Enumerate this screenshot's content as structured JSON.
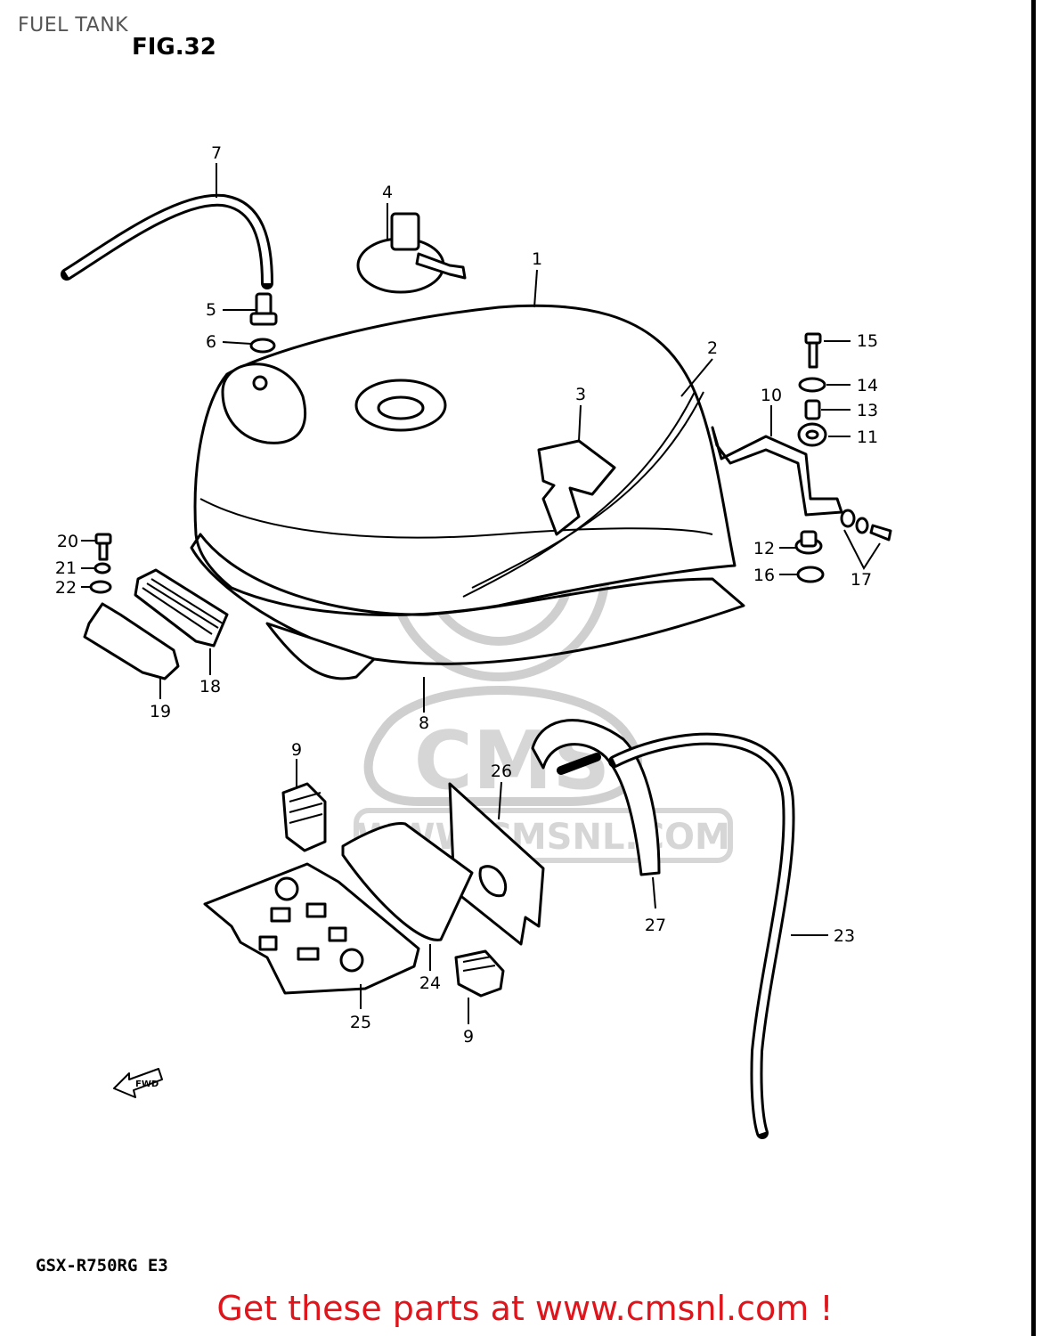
{
  "page_title": "FUEL TANK",
  "figure_label": "FIG.32",
  "model_code": "GSX-R750RG  E3",
  "footer": "Get these parts at www.cmsnl.com !",
  "watermark": {
    "logo_text": "CMS",
    "url_text": "WWW.CMSNL.COM"
  },
  "fwd_arrow_label": "FWD",
  "callouts": [
    {
      "id": "1",
      "label": "1"
    },
    {
      "id": "2",
      "label": "2"
    },
    {
      "id": "3",
      "label": "3"
    },
    {
      "id": "4",
      "label": "4"
    },
    {
      "id": "5",
      "label": "5"
    },
    {
      "id": "6",
      "label": "6"
    },
    {
      "id": "7",
      "label": "7"
    },
    {
      "id": "8",
      "label": "8"
    },
    {
      "id": "9a",
      "label": "9"
    },
    {
      "id": "9b",
      "label": "9"
    },
    {
      "id": "10",
      "label": "10"
    },
    {
      "id": "11",
      "label": "11"
    },
    {
      "id": "12",
      "label": "12"
    },
    {
      "id": "13",
      "label": "13"
    },
    {
      "id": "14",
      "label": "14"
    },
    {
      "id": "15",
      "label": "15"
    },
    {
      "id": "16",
      "label": "16"
    },
    {
      "id": "17",
      "label": "17"
    },
    {
      "id": "18",
      "label": "18"
    },
    {
      "id": "19",
      "label": "19"
    },
    {
      "id": "20",
      "label": "20"
    },
    {
      "id": "21",
      "label": "21"
    },
    {
      "id": "22",
      "label": "22"
    },
    {
      "id": "23",
      "label": "23"
    },
    {
      "id": "24",
      "label": "24"
    },
    {
      "id": "25",
      "label": "25"
    },
    {
      "id": "26",
      "label": "26"
    },
    {
      "id": "27",
      "label": "27"
    }
  ],
  "colors": {
    "footer": "#e0141b",
    "line": "#000000",
    "watermark": "#d0d0d0"
  }
}
